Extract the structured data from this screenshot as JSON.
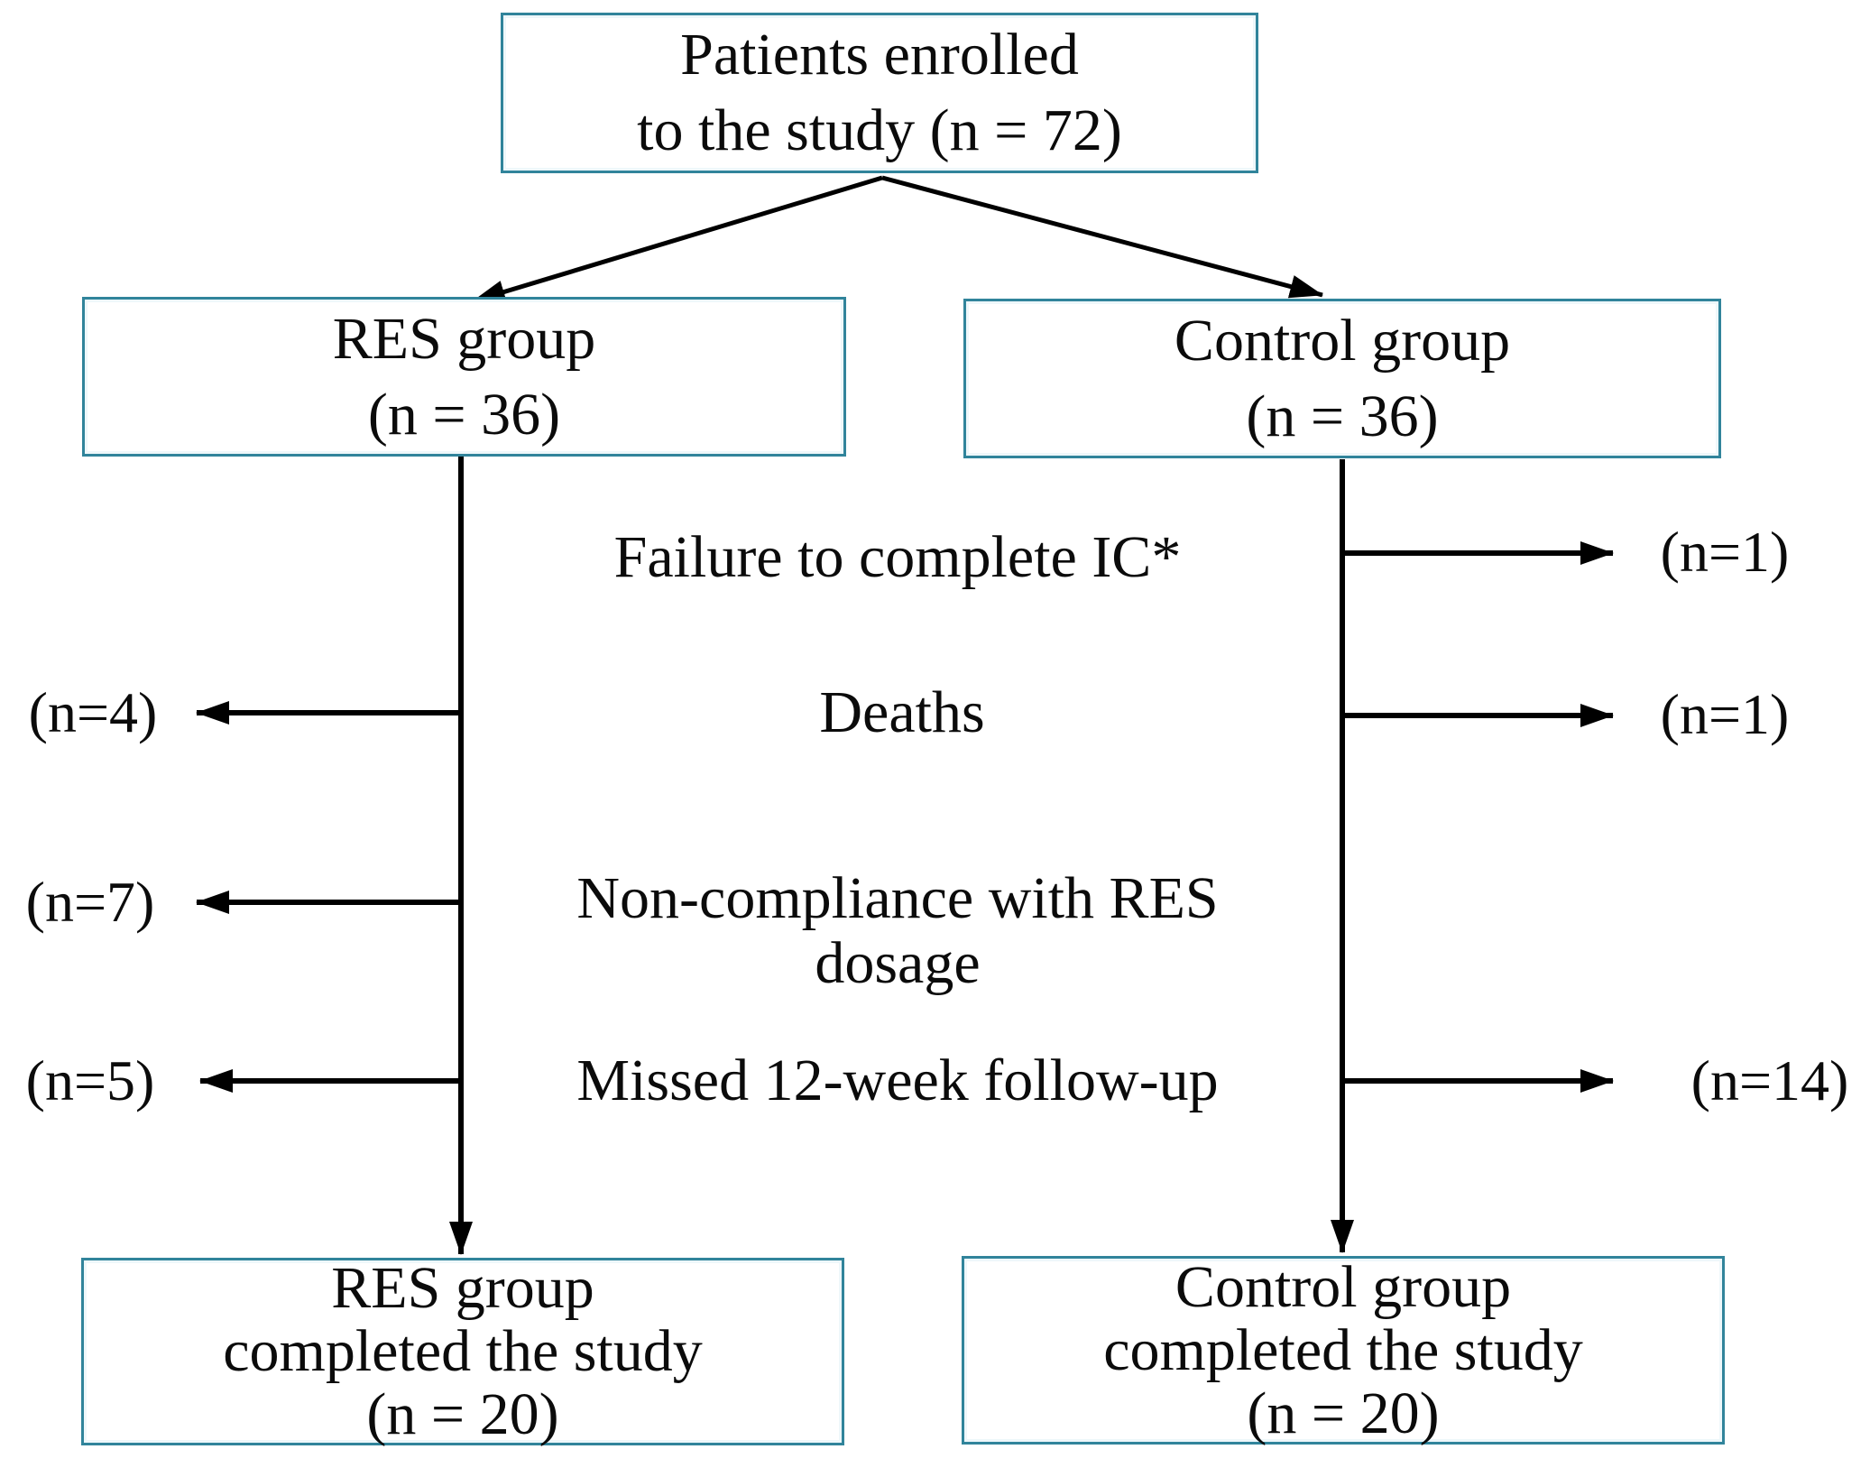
{
  "colors": {
    "box_border": "#31849b",
    "line_color": "#000000",
    "bg": "#ffffff"
  },
  "flow": {
    "boxes": {
      "enrolled": {
        "line1": "Patients enrolled",
        "line2": "to the study (n = 72)",
        "n": 72
      },
      "res_group": {
        "line1": "RES group",
        "line2": "(n = 36)",
        "n": 36
      },
      "control_group": {
        "line1": "Control group",
        "line2": "(n = 36)",
        "n": 36
      },
      "res_completed": {
        "line1": "RES group",
        "line2": "completed the study",
        "line3": "(n = 20)",
        "n": 20
      },
      "control_completed": {
        "line1": "Control group",
        "line2": "completed the study",
        "line3": "(n = 20)",
        "n": 20
      }
    },
    "exclusion_labels": {
      "failure_ic": "Failure to complete IC*",
      "deaths": "Deaths",
      "noncompliance_line1": "Non-compliance with RES",
      "noncompliance_line2": "dosage",
      "missed_followup": "Missed 12-week follow-up"
    },
    "exclusion_counts": {
      "res_deaths": "(n=4)",
      "res_noncompliance": "(n=7)",
      "res_missed_followup": "(n=5)",
      "control_failure_ic": "(n=1)",
      "control_deaths": "(n=1)",
      "control_missed_followup": "(n=14)"
    }
  }
}
